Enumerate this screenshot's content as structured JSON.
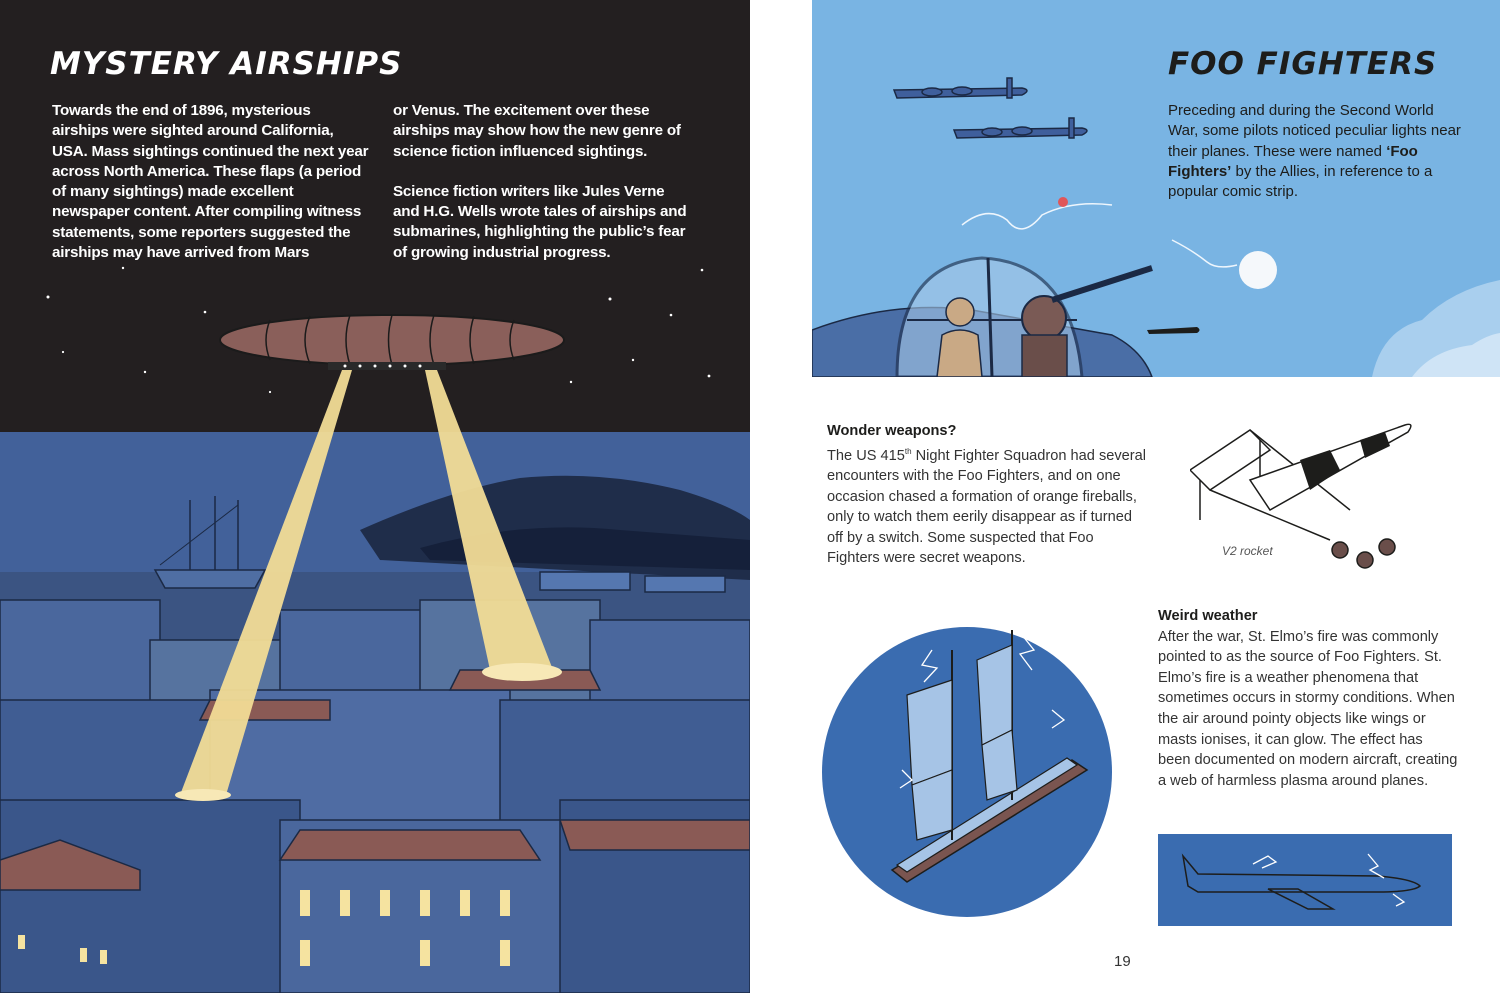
{
  "left": {
    "title": "MYSTERY AIRSHIPS",
    "col1": {
      "p1_a": "Towards the end of 1896, mysterious airships were sighted around California, USA. Mass sightings continued the next year across North America. These ",
      "p1_bold": "flaps",
      "p1_b": " (a period of many sightings) made excellent newspaper content. After compiling witness statements, some reporters suggested the airships may have arrived from Mars"
    },
    "col2": {
      "p1": "or Venus. The excitement over these airships may show how the new genre of science fiction influenced sightings.",
      "p2": "Science fiction writers like Jules Verne and H.G. Wells wrote tales of airships and submarines, highlighting the public’s fear of growing industrial progress."
    }
  },
  "right": {
    "title": "FOO FIGHTERS",
    "intro_a": "Preceding and during the Second World War, some pilots noticed peculiar lights near their planes. These were named ",
    "intro_bold": "‘Foo Fighters’",
    "intro_b": " by the Allies, in reference to a popular comic strip.",
    "wonder": {
      "heading": "Wonder weapons?",
      "text_a": "The US 415",
      "text_sup": "th",
      "text_b": " Night Fighter Squadron had several encounters with the Foo Fighters, and on one occasion chased a formation of orange fireballs, only to watch them eerily disappear as if turned off by a switch. Some suspected that Foo Fighters were secret weapons."
    },
    "v2_caption": "V2 rocket",
    "weird": {
      "heading": "Weird weather",
      "text": "After the war, St. Elmo’s fire was commonly pointed to as the source of Foo Fighters. St. Elmo’s fire is a weather phenomena that sometimes occurs in stormy conditions. When the air around pointy objects like wings or masts ionises, it can glow. The effect has been documented on modern aircraft, creating a web of harmless plasma around planes."
    },
    "page_number": "19"
  },
  "colors": {
    "night": "#231f20",
    "city_blue": "#3d5a8c",
    "sky_blue": "#79b4e3",
    "beam": "#f2dc96",
    "ink": "#1d1d1b",
    "accent_blue": "#3a6cb0"
  },
  "icons": [
    "airship-icon",
    "searchlight-beam-icon",
    "bomber-plane-icon",
    "foo-fighter-light-icon",
    "v2-rocket-icon",
    "sailing-ship-icon",
    "airliner-icon"
  ]
}
